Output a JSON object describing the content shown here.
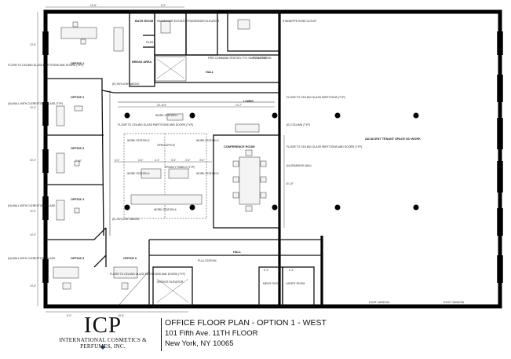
{
  "footer": {
    "logo": "ICP",
    "company": "INTERNATIONAL COSMETICS & PERFUMES, INC.",
    "title": "OFFICE FLOOR PLAN - OPTION 1 - WEST",
    "address": "101 Fifth Ave. 11TH FLOOR",
    "city": "New York, NY 10065"
  },
  "rooms": {
    "bath": "BATH ROOM",
    "break": "BREAK AREA",
    "files": "FILES",
    "pass1": "PASSENGER ELEVATOR",
    "pass2": "PASSENGER ELEVATOR",
    "standpipe": "STANDPIPE HOSE OUTLET",
    "fire_cmd": "FIRE COMMAND STATION / F.H. RUN TOM FLR",
    "pull1": "PULL STATION",
    "hall_top": "HALL",
    "office1": "OFFICE 1",
    "office2": "OFFICE 2",
    "office3": "OFFICE 3",
    "office4": "OFFICE 4",
    "office5": "OFFICE 5",
    "office6": "OFFICE 6",
    "lobby": "LOBBY",
    "conference": "CONFERENCE ROOM",
    "open_office": "OPEN OFFICE",
    "privacy": "PRIVACY PANELS (TYP)",
    "ws1": "WORK STATION 1",
    "ws2": "WORK STATION 2",
    "ws3": "WORK STATION 3",
    "ws4": "WORK STATION 4",
    "ws5": "WORK STATION 5",
    "ws6": "WORK STATION 6",
    "adjacent": "ADJACENT TENANT SPACE NO WORK",
    "hall_bottom": "HALL",
    "pull2": "PULL STATION",
    "service_elev": "SERVICE ELEVATOR",
    "mens": "MEN'S ROOM",
    "ladies": "LADIES' ROOM",
    "exist_window1": "EXIST. WINDOW",
    "exist_window2": "EXIST. WINDOW"
  },
  "notes": {
    "skylight1": "(E) SKYLIGHT ABOVE",
    "skylight2": "(E) SKYLIGHT ABOVE",
    "glass_left1": "FLOOR TO CEILING GLASS PARTITIONS AND DOORS (TYP)",
    "wall_clerestory1": "(N) WALL WITH CLERESTORY GLASS (TYP)",
    "wall_clerestory2": "(N) WALL WITH CLERESTORY GLASS",
    "wall_clerestory3": "(N) WALL WITH CLERESTORY GLASS",
    "glass_center": "FLOOR TO CEILING GLASS PARTITIONS AND DOORS (TYP)",
    "glass_right1": "FLOOR TO CEILING GLASS PARTITIONS (TYP)",
    "column": "(E) COLUMN (TYP)",
    "glass_right2": "FLOOR TO CEILING GLASS PARTITIONS AND DOORS (TYP)",
    "demising": "(N) DEMISING WALL",
    "glass_office6": "FLOOR TO CEILING GLASS PARTITIONS AND DOORS (TYP)"
  },
  "dims": {
    "top_a": "13'-6\"",
    "top_b": "5'-0\"",
    "lobby_w": "15'-11½\"",
    "lobby_w2": "13'-7\"",
    "ws_a": "4'-0\"",
    "ws_b": "3'-6\"",
    "ws_c": "4'-3\"",
    "ws_d": "3'-6\"",
    "ws_e": "3'-6\"",
    "ws_f": "3'-6\"",
    "right_v": "15'-10\"",
    "bottom_a": "9'-0\"",
    "bottom_b": "13'-6\"",
    "left_v1": "13'-6\"",
    "left_v2": "10'-0\"",
    "left_v3": "10'-0\"",
    "left_v4": "10'-0\"",
    "left_v5": "10'-0\"",
    "left_v6": "13'-6\"",
    "small_a": "7'-10\"",
    "small_b": "6'-3\"",
    "small_c": "6'-3\""
  }
}
